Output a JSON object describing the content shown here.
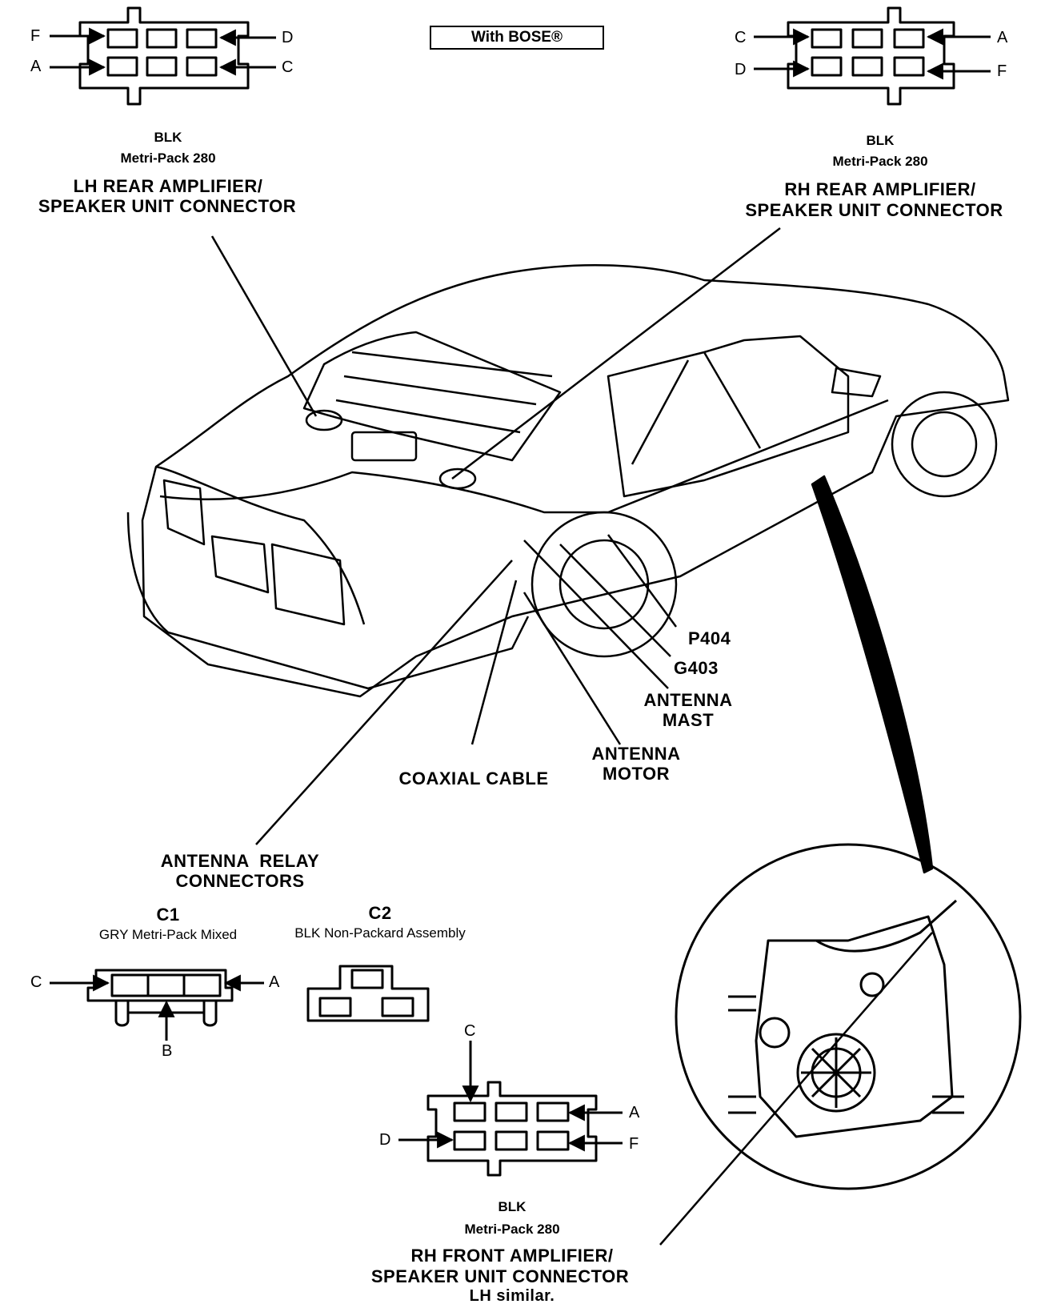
{
  "header": {
    "title": "With BOSE®"
  },
  "lh_rear": {
    "color": "BLK",
    "type": "Metri-Pack 280",
    "name_line1": "LH REAR AMPLIFIER/",
    "name_line2": "SPEAKER UNIT CONNECTOR",
    "pins": {
      "f": "F",
      "a": "A",
      "d": "D",
      "c": "C"
    }
  },
  "rh_rear": {
    "color": "BLK",
    "type": "Metri-Pack 280",
    "name_line1": "RH REAR AMPLIFIER/",
    "name_line2": "SPEAKER UNIT CONNECTOR",
    "pins": {
      "c": "C",
      "d": "D",
      "a": "A",
      "f": "F"
    }
  },
  "callouts": {
    "p404": "P404",
    "g403": "G403",
    "antenna_mast_1": "ANTENNA",
    "antenna_mast_2": "MAST",
    "antenna_motor_1": "ANTENNA",
    "antenna_motor_2": "MOTOR",
    "coaxial_cable": "COAXIAL CABLE",
    "relay_1": "ANTENNA  RELAY",
    "relay_2": "CONNECTORS"
  },
  "c1": {
    "id": "C1",
    "desc": "GRY Metri-Pack Mixed",
    "pins": {
      "c": "C",
      "a": "A",
      "b": "B"
    }
  },
  "c2": {
    "id": "C2",
    "desc": "BLK Non-Packard Assembly"
  },
  "rh_front": {
    "color": "BLK",
    "type": "Metri-Pack 280",
    "name_line1": "RH FRONT AMPLIFIER/",
    "name_line2": "SPEAKER UNIT CONNECTOR",
    "note": "LH similar.",
    "pins": {
      "c": "C",
      "a": "A",
      "d": "D",
      "f": "F"
    }
  }
}
